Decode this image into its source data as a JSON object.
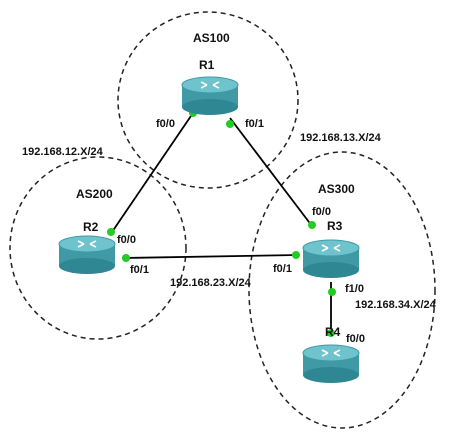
{
  "autonomous_systems": [
    {
      "id": "as100",
      "label": "AS100"
    },
    {
      "id": "as200",
      "label": "AS200"
    },
    {
      "id": "as300",
      "label": "AS300"
    }
  ],
  "routers": [
    {
      "id": "r1",
      "label": "R1"
    },
    {
      "id": "r2",
      "label": "R2"
    },
    {
      "id": "r3",
      "label": "R3"
    },
    {
      "id": "r4",
      "label": "R4"
    }
  ],
  "interfaces": {
    "r1_f0_0": "f0/0",
    "r1_f0_1": "f0/1",
    "r2_f0_0": "f0/0",
    "r2_f0_1": "f0/1",
    "r3_f0_0": "f0/0",
    "r3_f0_1": "f0/1",
    "r3_f1_0": "f1/0",
    "r4_f0_0": "f0/0"
  },
  "networks": {
    "r1_r2": "192.168.12.X/24",
    "r1_r3": "192.168.13.X/24",
    "r2_r3": "192.168.23.X/24",
    "r3_r4": "192.168.34.X/24"
  },
  "colors": {
    "router_body": "#3f9aa6",
    "router_top": "#6fc3cc",
    "router_dark": "#2a7681",
    "link_endpoint": "#22cc22",
    "link_line": "#000000",
    "as_boundary": "#222222"
  }
}
